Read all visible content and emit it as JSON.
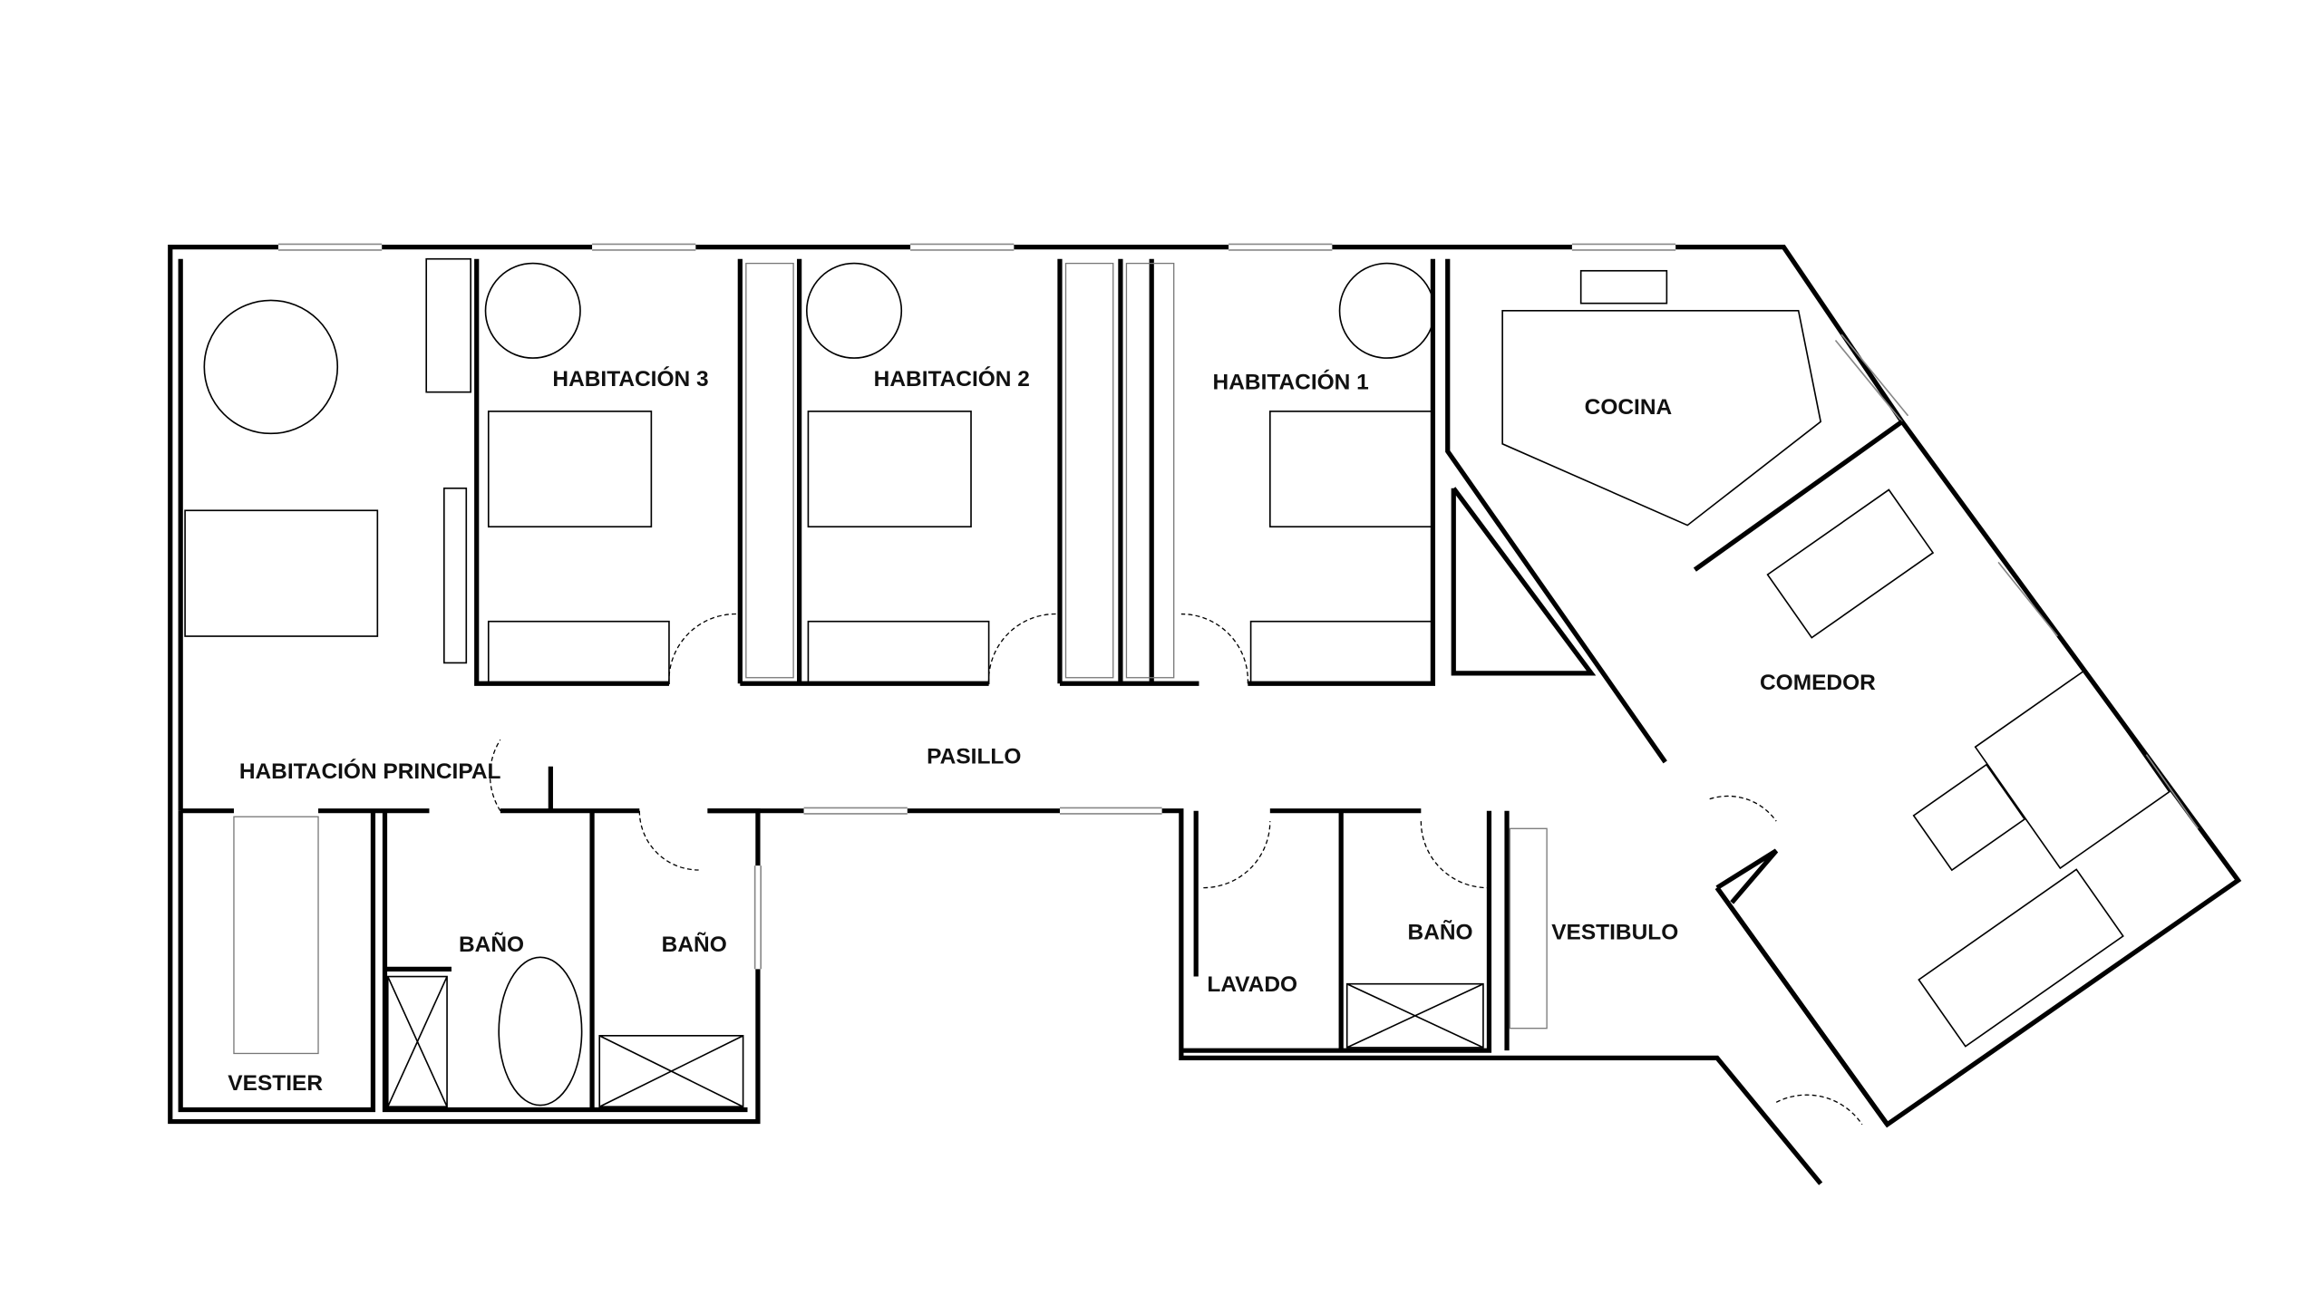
{
  "plan": {
    "rooms": {
      "habitacion_3": "HABITACIÓN 3",
      "habitacion_2": "HABITACIÓN 2",
      "habitacion_1": "HABITACIÓN 1",
      "cocina": "COCINA",
      "comedor": "COMEDOR",
      "pasillo": "PASILLO",
      "habitacion_principal": "HABITACIÓN PRINCIPAL",
      "bano_principal": "BAÑO",
      "bano_2": "BAÑO",
      "bano_social": "BAÑO",
      "vestibulo": "VESTIBULO",
      "lavado": "LAVADO",
      "vestier": "VESTIER"
    }
  }
}
